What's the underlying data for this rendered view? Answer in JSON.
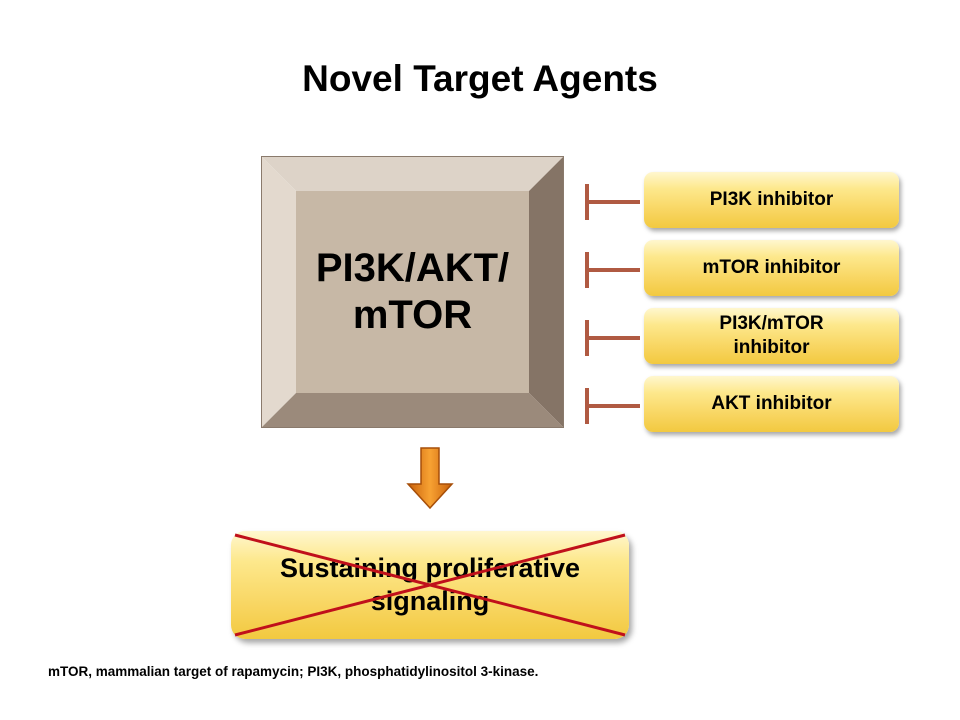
{
  "title": "Novel Target Agents",
  "pathway": {
    "label": "PI3K/AKT/\nmTOR"
  },
  "inhibitors": [
    {
      "label": "PI3K inhibitor"
    },
    {
      "label": "mTOR inhibitor"
    },
    {
      "label": "PI3K/mTOR\ninhibitor"
    },
    {
      "label": "AKT inhibitor"
    }
  ],
  "outcome": {
    "label": "Sustaining proliferative\nsignaling",
    "crossed_out": true
  },
  "footnote": "mTOR, mammalian target of rapamycin; PI3K, phosphatidylinositol 3-kinase.",
  "colors": {
    "bevel_face": "#c7b8a6",
    "bevel_light": "#e2d8cd",
    "bevel_dark": "#857466",
    "inhibition_bar": "#b05a42",
    "pill_fill": "#f8d560",
    "arrow": "#e8840c",
    "cross": "#c0101b"
  }
}
